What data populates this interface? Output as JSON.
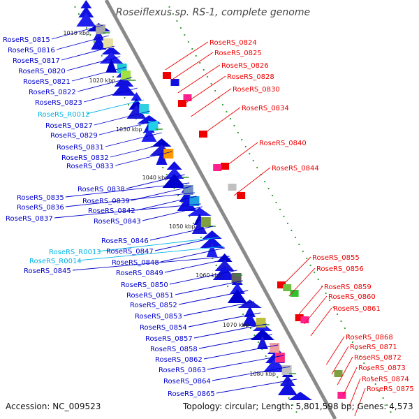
{
  "title": "Roseiflexus sp. RS-1, complete genome",
  "accession": "Accession: NC_009523",
  "summary": "Topology: circular; Length: 5,801,598 bp; Genes: 4,573",
  "colors": {
    "minus_label": "#0000cc",
    "plus_label": "#ee0000",
    "rna_label": "#00b4e6",
    "backbone": "#888888",
    "ticks": "#2a9a2a"
  },
  "scale_labels": [
    "1010 kbp",
    "1020 kbp",
    "1030 kbp",
    "1040 kbp",
    "1050 kbp",
    "1060 kbp",
    "1070 kbp",
    "1080 kbp"
  ],
  "left_labels": [
    {
      "text": "RoseRS_0815",
      "kind": "gene"
    },
    {
      "text": "RoseRS_0816",
      "kind": "gene"
    },
    {
      "text": "RoseRS_0817",
      "kind": "gene"
    },
    {
      "text": "RoseRS_0820",
      "kind": "gene"
    },
    {
      "text": "RoseRS_0821",
      "kind": "gene"
    },
    {
      "text": "RoseRS_0822",
      "kind": "gene"
    },
    {
      "text": "RoseRS_0823",
      "kind": "gene"
    },
    {
      "text": "RoseRS_R0012",
      "kind": "rna"
    },
    {
      "text": "RoseRS_0827",
      "kind": "gene"
    },
    {
      "text": "RoseRS_0829",
      "kind": "gene"
    },
    {
      "text": "RoseRS_0831",
      "kind": "gene"
    },
    {
      "text": "RoseRS_0832",
      "kind": "gene"
    },
    {
      "text": "RoseRS_0833",
      "kind": "gene"
    },
    {
      "text": "RoseRS_0838",
      "kind": "gene"
    },
    {
      "text": "RoseRS_0835",
      "kind": "gene"
    },
    {
      "text": "RoseRS_0839",
      "kind": "gene"
    },
    {
      "text": "RoseRS_0836",
      "kind": "gene"
    },
    {
      "text": "RoseRS_0842",
      "kind": "gene"
    },
    {
      "text": "RoseRS_0837",
      "kind": "gene"
    },
    {
      "text": "RoseRS_0843",
      "kind": "gene"
    },
    {
      "text": "RoseRS_0846",
      "kind": "gene"
    },
    {
      "text": "RoseRS_0847",
      "kind": "gene"
    },
    {
      "text": "RoseRS_R0013",
      "kind": "rna"
    },
    {
      "text": "RoseRS_R0014",
      "kind": "rna"
    },
    {
      "text": "RoseRS_0848",
      "kind": "gene"
    },
    {
      "text": "RoseRS_0845",
      "kind": "gene"
    },
    {
      "text": "RoseRS_0849",
      "kind": "gene"
    },
    {
      "text": "RoseRS_0850",
      "kind": "gene"
    },
    {
      "text": "RoseRS_0851",
      "kind": "gene"
    },
    {
      "text": "RoseRS_0852",
      "kind": "gene"
    },
    {
      "text": "RoseRS_0853",
      "kind": "gene"
    },
    {
      "text": "RoseRS_0854",
      "kind": "gene"
    },
    {
      "text": "RoseRS_0857",
      "kind": "gene"
    },
    {
      "text": "RoseRS_0858",
      "kind": "gene"
    },
    {
      "text": "RoseRS_0862",
      "kind": "gene"
    },
    {
      "text": "RoseRS_0863",
      "kind": "gene"
    },
    {
      "text": "RoseRS_0864",
      "kind": "gene"
    },
    {
      "text": "RoseRS_0865",
      "kind": "gene"
    }
  ],
  "right_labels": [
    {
      "text": "RoseRS_0824"
    },
    {
      "text": "RoseRS_0825"
    },
    {
      "text": "RoseRS_0826"
    },
    {
      "text": "RoseRS_0828"
    },
    {
      "text": "RoseRS_0830"
    },
    {
      "text": "RoseRS_0834"
    },
    {
      "text": "RoseRS_0840"
    },
    {
      "text": "RoseRS_0844"
    },
    {
      "text": "RoseRS_0855"
    },
    {
      "text": "RoseRS_0856"
    },
    {
      "text": "RoseRS_0859"
    },
    {
      "text": "RoseRS_0860"
    },
    {
      "text": "RoseRS_0861"
    },
    {
      "text": "RoseRS_0868"
    },
    {
      "text": "RoseRS_0871"
    },
    {
      "text": "RoseRS_0872"
    },
    {
      "text": "RoseRS_0873"
    },
    {
      "text": "RoseRS_0874"
    },
    {
      "text": "RoseRS_0875"
    }
  ]
}
